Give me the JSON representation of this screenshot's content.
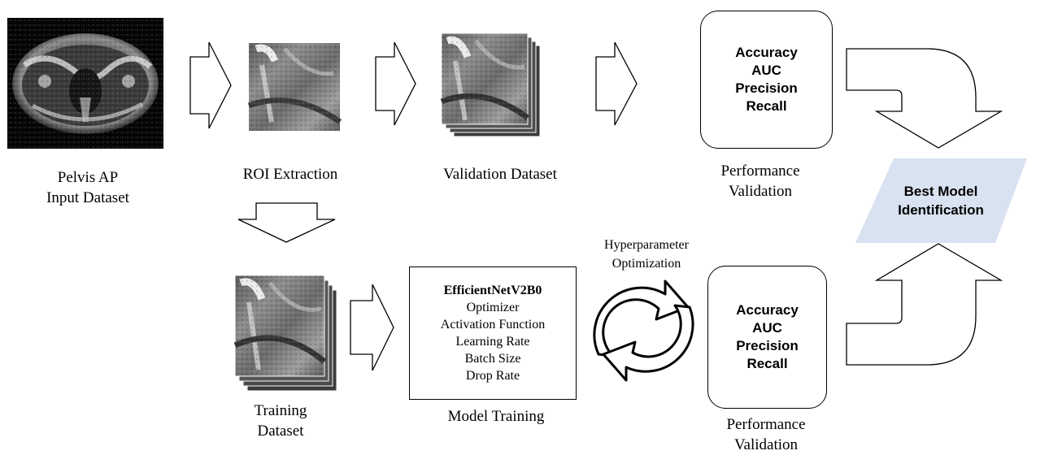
{
  "stages": {
    "input": {
      "line1": "Pelvis AP",
      "line2": "Input Dataset"
    },
    "roi": {
      "label": "ROI Extraction"
    },
    "validation": {
      "label": "Validation Dataset"
    },
    "training": {
      "line1": "Training",
      "line2": "Dataset"
    },
    "model_training": {
      "label": "Model Training"
    },
    "hyperparameter": {
      "line1": "Hyperparameter",
      "line2": "Optimization"
    },
    "performance_top": {
      "line1": "Performance",
      "line2": "Validation"
    },
    "performance_bottom": {
      "line1": "Performance",
      "line2": "Validation"
    },
    "best_model": {
      "line1": "Best Model",
      "line2": "Identification"
    }
  },
  "metrics_top": [
    "Accuracy",
    "AUC",
    "Precision",
    "Recall"
  ],
  "metrics_bottom": [
    "Accuracy",
    "AUC",
    "Precision",
    "Recall"
  ],
  "model_box": {
    "title": "EfficientNetV2B0",
    "params": [
      "Optimizer",
      "Activation Function",
      "Learning Rate",
      "Batch Size",
      "Drop Rate"
    ]
  },
  "colors": {
    "best_model_fill": "#d9e2f0",
    "outline": "#000000",
    "mri_dark": "#1a1a1a",
    "mri_mid": "#6f6f6f",
    "mri_light": "#d8d8d8"
  }
}
